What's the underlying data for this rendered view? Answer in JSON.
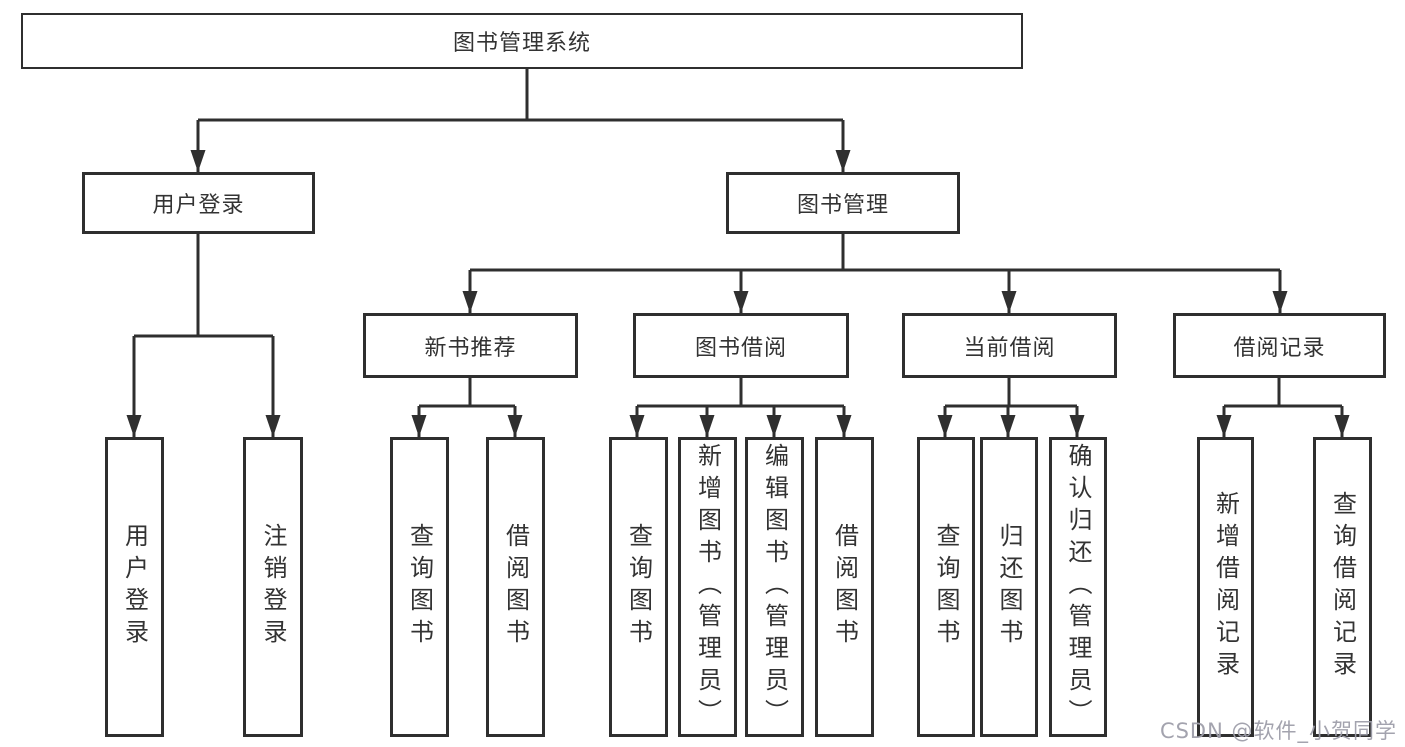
{
  "page": {
    "background": "#ffffff"
  },
  "colors": {
    "line": "#2f2f2f",
    "box_border": "#2f2f2f",
    "text": "#333333",
    "watermark": "#9e9eaa"
  },
  "watermark": {
    "text": "CSDN @软件_小贺同学"
  },
  "tree": {
    "label": "图书管理系统",
    "children": [
      {
        "label": "用户登录",
        "children": [
          {
            "label": "用户登录"
          },
          {
            "label": "注销登录"
          }
        ]
      },
      {
        "label": "图书管理",
        "children": [
          {
            "label": "新书推荐",
            "children": [
              {
                "label": "查询图书"
              },
              {
                "label": "借阅图书"
              }
            ]
          },
          {
            "label": "图书借阅",
            "children": [
              {
                "label": "查询图书"
              },
              {
                "label": "新增图书（管理员）"
              },
              {
                "label": "编辑图书（管理员）"
              },
              {
                "label": "借阅图书"
              }
            ]
          },
          {
            "label": "当前借阅",
            "children": [
              {
                "label": "查询图书"
              },
              {
                "label": "归还图书"
              },
              {
                "label": "确认归还（管理员）"
              }
            ]
          },
          {
            "label": "借阅记录",
            "children": [
              {
                "label": "新增借阅记录"
              },
              {
                "label": "查询借阅记录"
              }
            ]
          }
        ]
      }
    ]
  }
}
